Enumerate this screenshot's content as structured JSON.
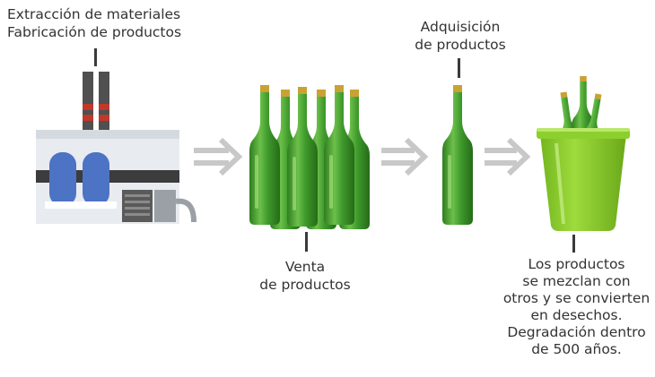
{
  "labels": {
    "extraction": [
      "Extracción de materiales",
      "Fabricación de productos"
    ],
    "acquisition": [
      "Adquisición",
      "de productos"
    ],
    "sale": [
      "Venta",
      "de productos"
    ],
    "disposal": [
      "Los productos",
      "se mezclan con",
      "otros y se convierten",
      "en desechos.",
      "Degradación dentro",
      "de 500 años."
    ]
  },
  "colors": {
    "bottle_green": "#3f9a2c",
    "bottle_highlight": "#8fd06a",
    "bin_green": "#8ccf2e",
    "arrow_gray": "#c8c8c8",
    "factory_blue": "#4d73c4",
    "chimney_red": "#c0392b",
    "text": "#333333"
  }
}
